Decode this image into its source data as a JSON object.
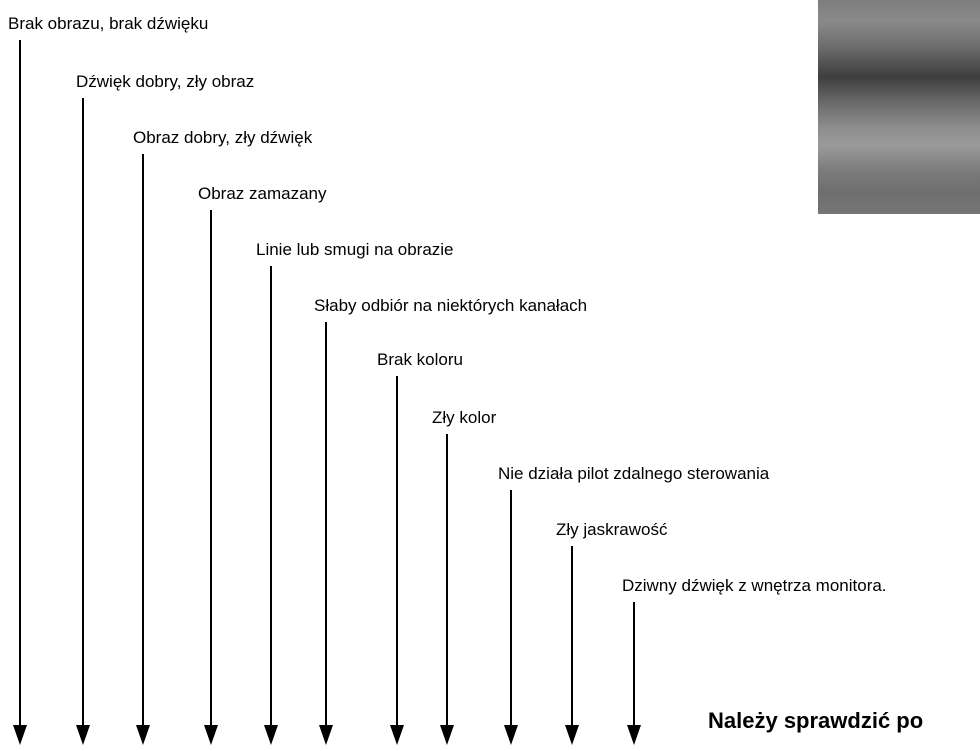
{
  "labels": [
    "Brak obrazu, brak dźwięku",
    "Dźwięk dobry, zły obraz",
    "Obraz dobry, zły dźwięk",
    "Obraz zamazany",
    "Linie lub smugi na obrazie",
    "Słaby odbiór na niektórych kanałach",
    "Brak koloru",
    "Zły kolor",
    "Nie działa pilot zdalnego sterowania",
    "Zły jaskrawość",
    "Dziwny dźwięk z wnętrza monitora."
  ],
  "footer": {
    "line1": "Należy sprawdzić po"
  }
}
